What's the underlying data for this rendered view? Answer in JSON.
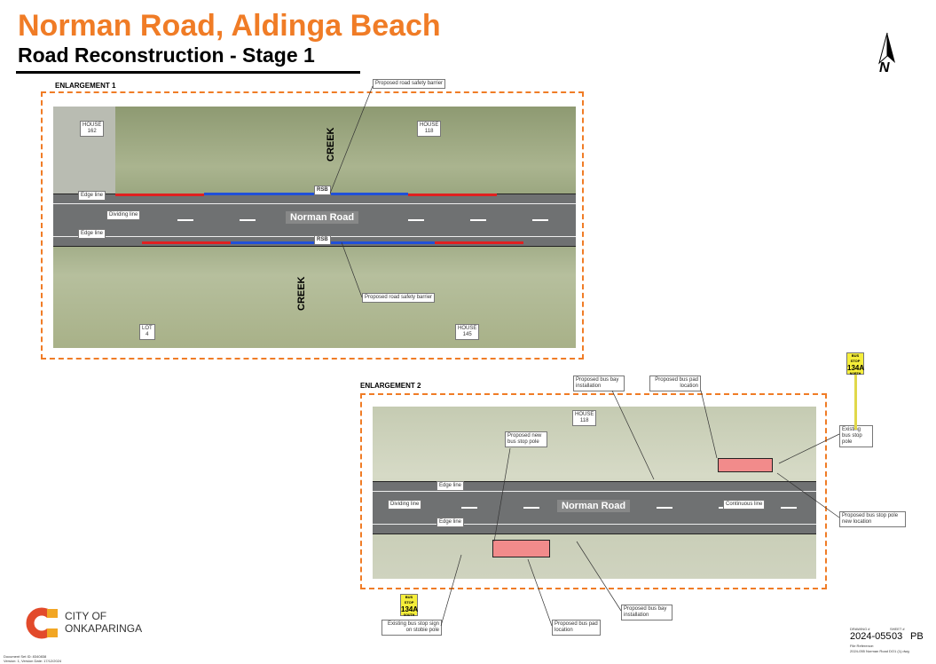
{
  "header": {
    "title": "Norman Road, Aldinga Beach",
    "subtitle": "Road Reconstruction - Stage 1",
    "north": "N"
  },
  "enlargement1": {
    "label": "ENLARGEMENT 1",
    "road_name": "Norman Road",
    "creek": "CREEK",
    "rsb": "RSB",
    "labels": {
      "house162_a": "HOUSE",
      "house162_b": "162",
      "house118_a": "HOUSE",
      "house118_b": "118",
      "lot4_a": "LOT",
      "lot4_b": "4",
      "house145_a": "HOUSE",
      "house145_b": "145",
      "edge_top": "Edge line",
      "dividing": "Dividing line",
      "edge_bottom": "Edge line",
      "barrier_top": "Proposed road safety barrier",
      "barrier_bottom": "Proposed road safety barrier"
    }
  },
  "enlargement2": {
    "label": "ENLARGEMENT 2",
    "road_name": "Norman Road",
    "labels": {
      "house118_a": "HOUSE",
      "house118_b": "118",
      "bus_bay_top": "Proposed bus bay installation",
      "bus_pad_top": "Proposed bus pad location",
      "new_pole": "Proposed new bus stop pole",
      "existing_pole": "Existing bus stop pole",
      "pole_new_loc": "Proposed bus stop pole new location",
      "edge_top": "Edge line",
      "dividing": "Dividing line",
      "edge_bottom": "Edge line",
      "continuous": "Continuous line",
      "existing_sign": "Existing bus stop sign on stobie pole",
      "bus_pad_bottom": "Proposed bus pad location",
      "bus_bay_bottom": "Proposed bus bay installation"
    }
  },
  "signs": {
    "north": {
      "top": "BUS STOP",
      "num": "134A",
      "dir": "NORTH"
    },
    "south": {
      "top": "BUS STOP",
      "num": "134A",
      "dir": "SOUTH"
    }
  },
  "logo": {
    "line1": "CITY OF",
    "line2": "ONKAPARINGA"
  },
  "doc": {
    "set_id": "Document Set ID: 8340838",
    "version": "Version: 1, Version Date: 17/12/2024"
  },
  "titleblock": {
    "drawing_label": "DRAWING #",
    "drawing": "2024-055",
    "sheet_label": "SHEET #",
    "sheet": "03",
    "rev": "PB",
    "file_label": "File Reference:",
    "file": "2024-055 Norman Road DO1 (1).dwg"
  },
  "colors": {
    "accent": "#f07c26",
    "barrier_red": "#e02020",
    "barrier_blue": "#2050d8"
  }
}
